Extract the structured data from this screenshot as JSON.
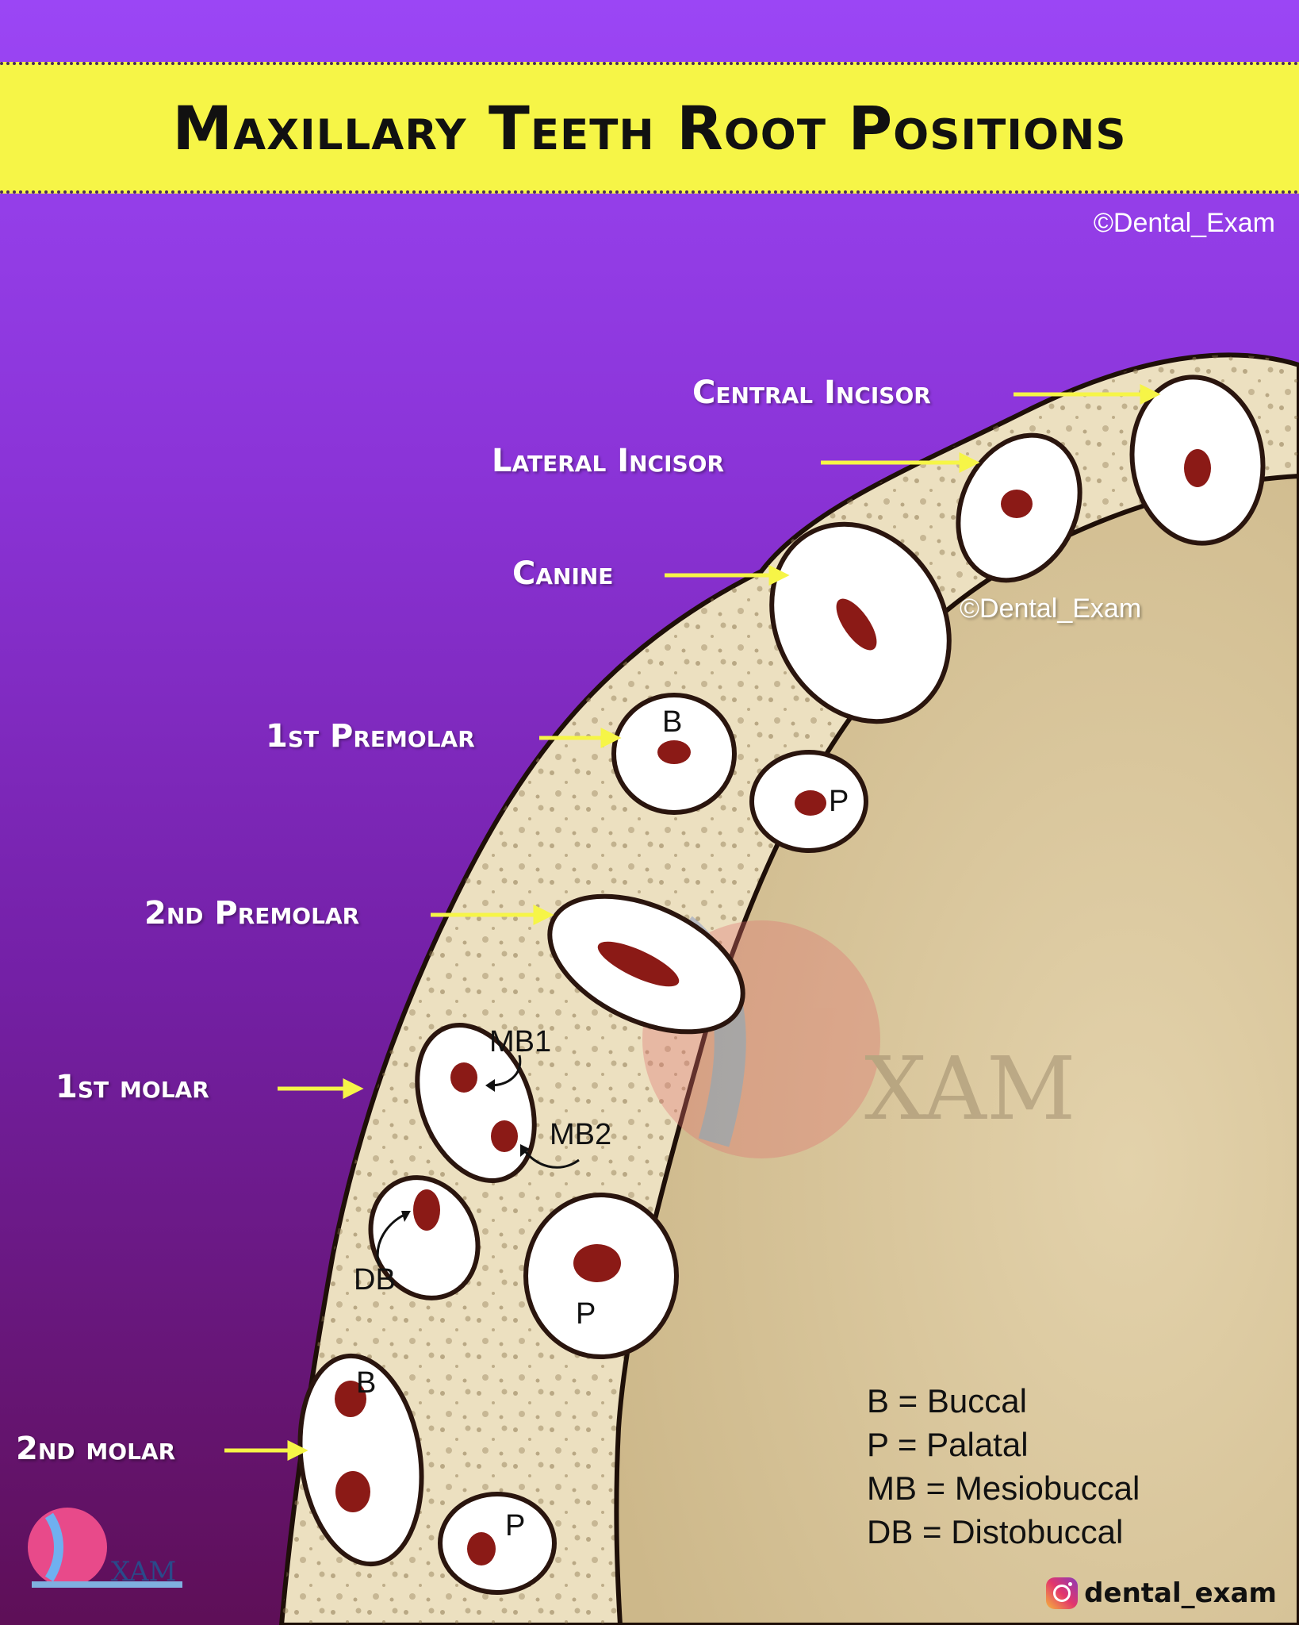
{
  "title": "Maxillary Teeth Root Positions",
  "copyright_top": "©Dental_Exam",
  "copyright_mid": "©Dental_Exam",
  "teeth_labels": {
    "central_incisor": "Central Incisor",
    "lateral_incisor": "Lateral Incisor",
    "canine": "Canine",
    "first_premolar": "1st Premolar",
    "second_premolar": "2nd Premolar",
    "first_molar": "1st molar",
    "second_molar": "2nd molar"
  },
  "root_labels": {
    "pm1_b": "B",
    "pm1_p": "P",
    "m1_mb1": "MB1",
    "m1_mb2": "MB2",
    "m1_db": "DB",
    "m1_p": "P",
    "m2_b": "B",
    "m2_p": "P"
  },
  "legend": [
    "B = Buccal",
    "P = Palatal",
    "MB = Mesiobuccal",
    "DB = Distobuccal"
  ],
  "watermark_text": "XAM",
  "logo_text": "XAM",
  "instagram_handle": "dental_exam",
  "colors": {
    "background_top": "#9b46f5",
    "title_bar": "#f6f547",
    "arrow": "#f6f547",
    "bone": "#ece0c0",
    "palate": "#dccaa1",
    "pulp": "#8b1a16",
    "socket_outline": "#2a150e"
  }
}
